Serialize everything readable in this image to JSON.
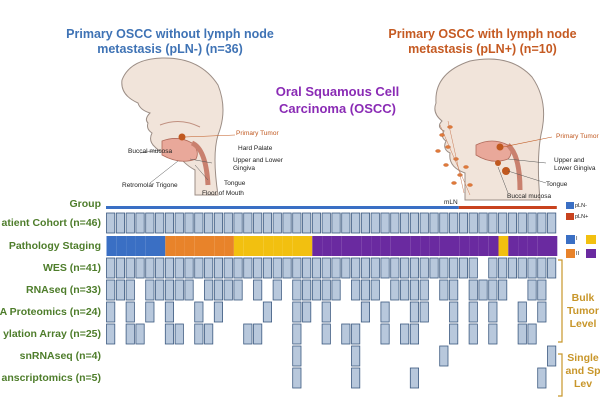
{
  "titles": {
    "left": "Primary OSCC without lymph node metastasis (pLN-) (n=36)",
    "right": "Primary OSCC with lymph node metastasis (pLN+) (n=10)",
    "center": "Oral Squamous Cell Carcinoma (OSCC)"
  },
  "anatomy_labels_left": {
    "primary_tumor": "Primary Tumor",
    "hard_palate": "Hard Palate",
    "buccal_mucosa": "Buccal mucosa",
    "upper_lower_gingiva": "Upper and Lower Gingiva",
    "retromolar_trigone": "Retromolar Trigone",
    "tongue": "Tongue",
    "floor_of_mouth": "Floor of Mouth"
  },
  "anatomy_labels_right": {
    "primary_tumor": "Primary Tumor",
    "upper_lower_gingiva": "Upper and Lower Gingiva",
    "tongue": "Tongue",
    "buccal_mucosa": "Buccal mucosa",
    "mln": "mLN"
  },
  "rows": [
    {
      "label": "Group"
    },
    {
      "label": "atient Cohort (n=46)"
    },
    {
      "label": "Pathology Staging"
    },
    {
      "label": "WES (n=41)"
    },
    {
      "label": "RNAseq (n=33)"
    },
    {
      "label": "A Proteomics (n=24)"
    },
    {
      "label": "ylation Array (n=25)"
    },
    {
      "label": "snRNAseq (n=4)"
    },
    {
      "label": "anscriptomics (n=5)"
    }
  ],
  "legend": {
    "group": [
      {
        "label": "pLN-",
        "color": "#3a6fc4"
      },
      {
        "label": "pLN+",
        "color": "#c8421e"
      }
    ],
    "staging": [
      {
        "label": "I",
        "color": "#3a6fc4"
      },
      {
        "label": "II",
        "color": "#e8832a"
      },
      {
        "label": "",
        "color": "#f2c010"
      },
      {
        "label": "",
        "color": "#6a2aa0"
      }
    ]
  },
  "levels": {
    "bulk": "Bulk Tumor Level",
    "single": "Single and Sp Lev"
  },
  "colors": {
    "pLN_minus": "#3a6fc4",
    "pLN_plus": "#c8421e",
    "cell_fill": "#b8c8dc",
    "cell_border": "#3d5a80",
    "stage_I": "#3a6fc4",
    "stage_II": "#e8832a",
    "stage_III": "#f2c010",
    "stage_IV": "#6a2aa0"
  },
  "matrix": {
    "n_patients": 46,
    "n_pLN_minus": 36,
    "staging": "IIIIIIIIIIIIIIIIIIIIIIIIIIIIIIIIIIIIIIIIIIIIII",
    "stage_codes": [
      1,
      1,
      1,
      1,
      1,
      1,
      2,
      2,
      2,
      2,
      2,
      2,
      2,
      3,
      3,
      3,
      3,
      3,
      3,
      3,
      3,
      4,
      4,
      4,
      4,
      4,
      4,
      4,
      4,
      4,
      4,
      4,
      4,
      4,
      4,
      4,
      4,
      4,
      4,
      4,
      3,
      4,
      4,
      4,
      4,
      4
    ],
    "wes": "1111111111111111111111111111111111111101111111",
    "rnaseq": "1110111110111101010111110111011110110111100110",
    "proteomics": "1010101001010000100110100010100110010101001010",
    "methylation": "1011001101100011000100101100101100010101001100",
    "snrnaseq": "0000000000000000000100000100000000100000000001",
    "spatial": "0000000000000000000100000100000100000000000010"
  }
}
